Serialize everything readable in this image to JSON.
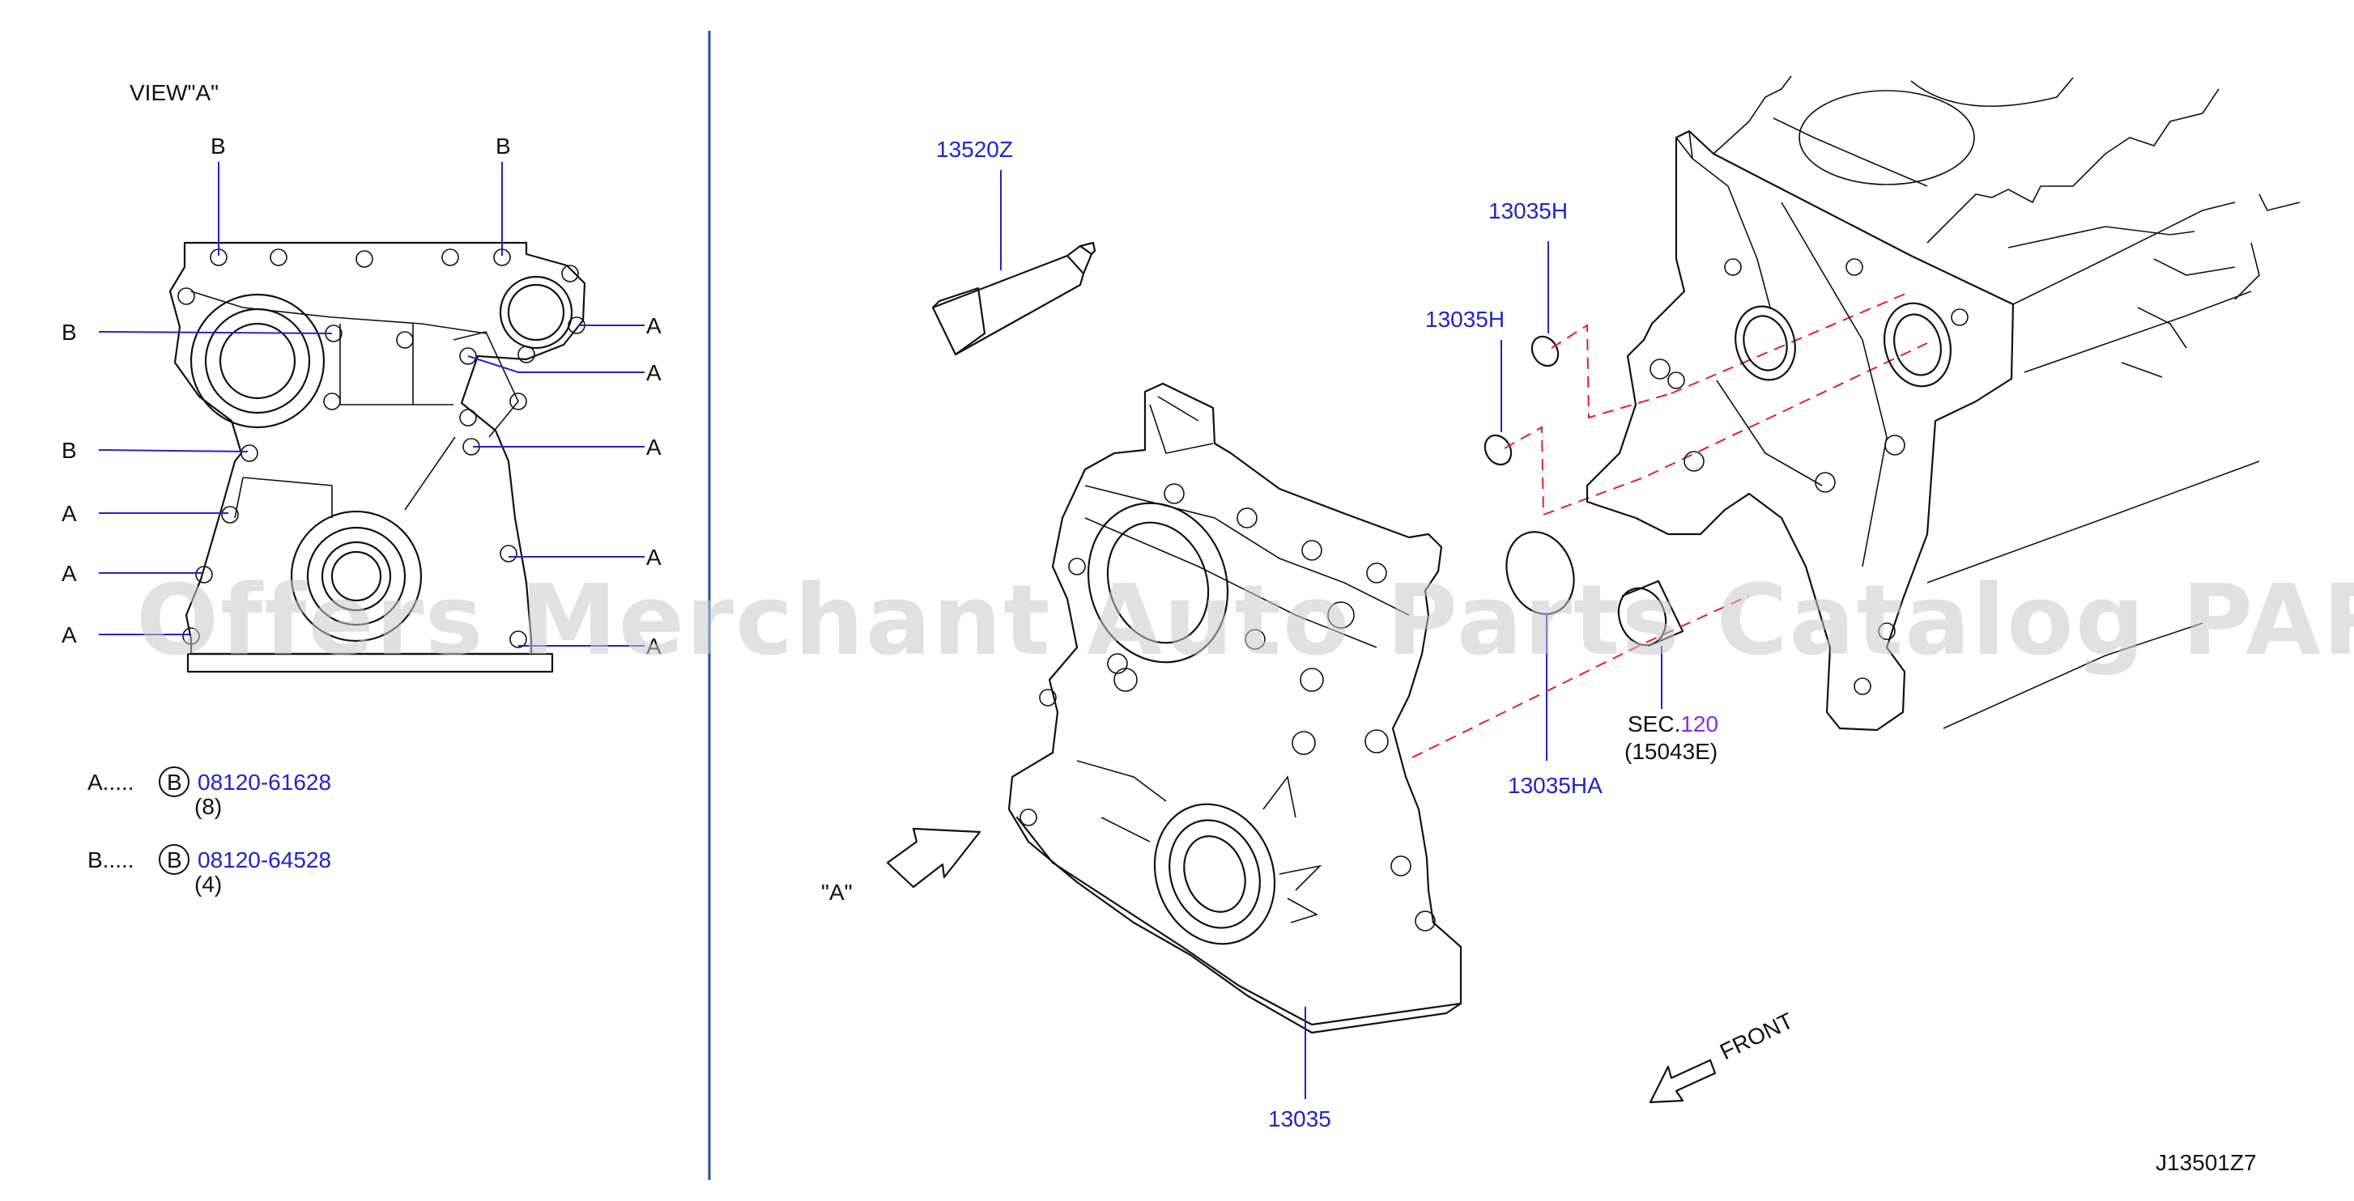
{
  "view_title": "VIEW\"A\"",
  "view_labels": {
    "b_top_left": "B",
    "b_top_right": "B",
    "b_left_1": "B",
    "b_left_2": "B",
    "a_left_1": "A",
    "a_left_2": "A",
    "a_left_3": "A",
    "a_right_1": "A",
    "a_right_2": "A",
    "a_right_3": "A",
    "a_right_4": "A",
    "a_right_5": "A"
  },
  "legend": [
    {
      "key": "A.....",
      "badge": "B",
      "part": "08120-61628",
      "qty": "(8)"
    },
    {
      "key": "B.....",
      "badge": "B",
      "part": "08120-64528",
      "qty": "(4)"
    }
  ],
  "parts": {
    "sealant": "13520Z",
    "oring_top": "13035H",
    "oring_mid": "13035H",
    "oring_large": "13035HA",
    "sec_prefix": "SEC.",
    "sec_num": "120",
    "sec_sub": "(15043E)",
    "cover": "13035"
  },
  "arrow_label": "\"A\"",
  "front_label": "FRONT",
  "drawing_id": "J13501Z7",
  "watermark": "Offers Merchant Auto Parts Catalog PARTSTORE.SA",
  "colors": {
    "part_number": "#2323c8",
    "section_ref": "#8a2be2",
    "dashed_line": "#e0202a"
  }
}
